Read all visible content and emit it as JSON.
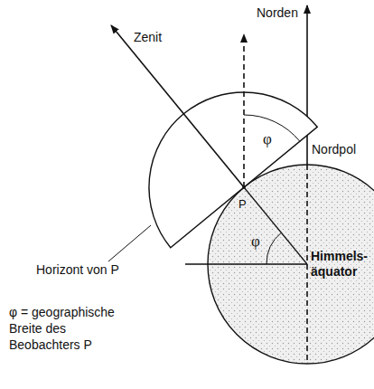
{
  "diagram": {
    "labels": [
      "Zenit",
      "Norden",
      "φ",
      "Nordpol",
      "P",
      "φ",
      "Himmels- äquator",
      "Horizont von P",
      "φ = geographische Breite des Beobachters P"
    ]
  }
}
